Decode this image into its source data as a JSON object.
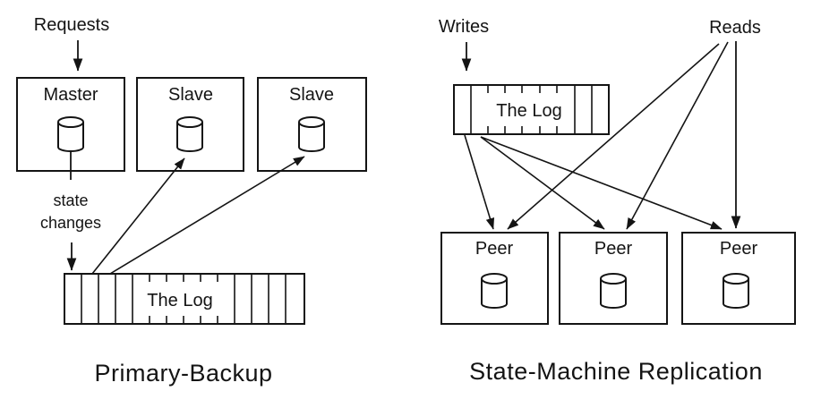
{
  "left_panel": {
    "caption": "Primary-Backup",
    "requests_label": "Requests",
    "state_changes_line1": "state",
    "state_changes_line2": "changes",
    "log_label": "The Log",
    "nodes": [
      {
        "label": "Master"
      },
      {
        "label": "Slave"
      },
      {
        "label": "Slave"
      }
    ]
  },
  "right_panel": {
    "caption": "State-Machine Replication",
    "writes_label": "Writes",
    "reads_label": "Reads",
    "log_label": "The Log",
    "nodes": [
      {
        "label": "Peer"
      },
      {
        "label": "Peer"
      },
      {
        "label": "Peer"
      }
    ]
  },
  "icons": {
    "database_cylinder": "cylinder-shape",
    "arrowhead": "filled-triangle"
  },
  "colors": {
    "background": "#ffffff",
    "line": "#141414",
    "text": "#141414"
  }
}
